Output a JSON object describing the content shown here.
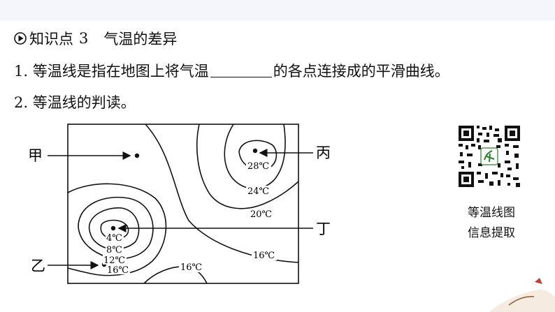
{
  "section": {
    "title_prefix": "知识点",
    "number": "3",
    "title": "气温的差异"
  },
  "item1": {
    "before": "1. 等温线是指在地图上将气温",
    "after": "的各点连接成的平滑曲线。"
  },
  "item2": {
    "text": "2. 等温线的判读。"
  },
  "map": {
    "labels": {
      "jia": "甲",
      "yi": "乙",
      "bing": "丙",
      "ding": "丁"
    },
    "isotherms": {
      "t28": "28℃",
      "t24": "24℃",
      "t20": "20℃",
      "t16_right": "16℃",
      "t4": "4℃",
      "t8": "8℃",
      "t12": "12℃",
      "t16_left": "16℃",
      "t16_bottom": "16℃"
    }
  },
  "qr_caption": {
    "line1": "等温线图",
    "line2": "信息提取"
  },
  "colors": {
    "accent_band": "#f4f6fb",
    "line": "#111111"
  }
}
